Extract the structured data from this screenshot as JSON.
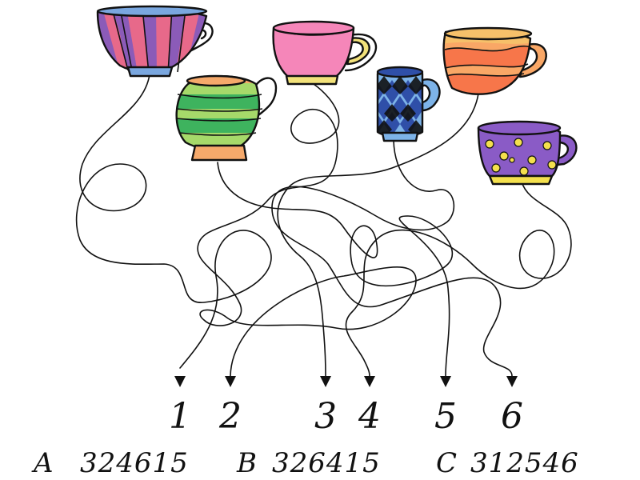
{
  "puzzle": {
    "cups": [
      {
        "name": "purple-striped-teacup",
        "colors": [
          "#e7698a",
          "#8b5bb8",
          "#7aa7df"
        ]
      },
      {
        "name": "green-striped-sugar-bowl",
        "colors": [
          "#3eb35e",
          "#f5a96b",
          "#a6d96a"
        ]
      },
      {
        "name": "pink-teacup",
        "colors": [
          "#f586b9",
          "#f3e27a"
        ]
      },
      {
        "name": "blue-diamond-mug",
        "colors": [
          "#2f4fa8",
          "#7db3e8"
        ]
      },
      {
        "name": "orange-wave-cup",
        "colors": [
          "#f7764a",
          "#f9a766",
          "#f6c06a"
        ]
      },
      {
        "name": "purple-polka-dot-cup",
        "colors": [
          "#8a5bc6",
          "#f4e04d"
        ]
      }
    ],
    "numbers": [
      "1",
      "2",
      "3",
      "4",
      "5",
      "6"
    ],
    "answers": [
      {
        "letter": "A",
        "sequence": "324615"
      },
      {
        "letter": "B",
        "sequence": "326415"
      },
      {
        "letter": "C",
        "sequence": "312546"
      }
    ]
  }
}
